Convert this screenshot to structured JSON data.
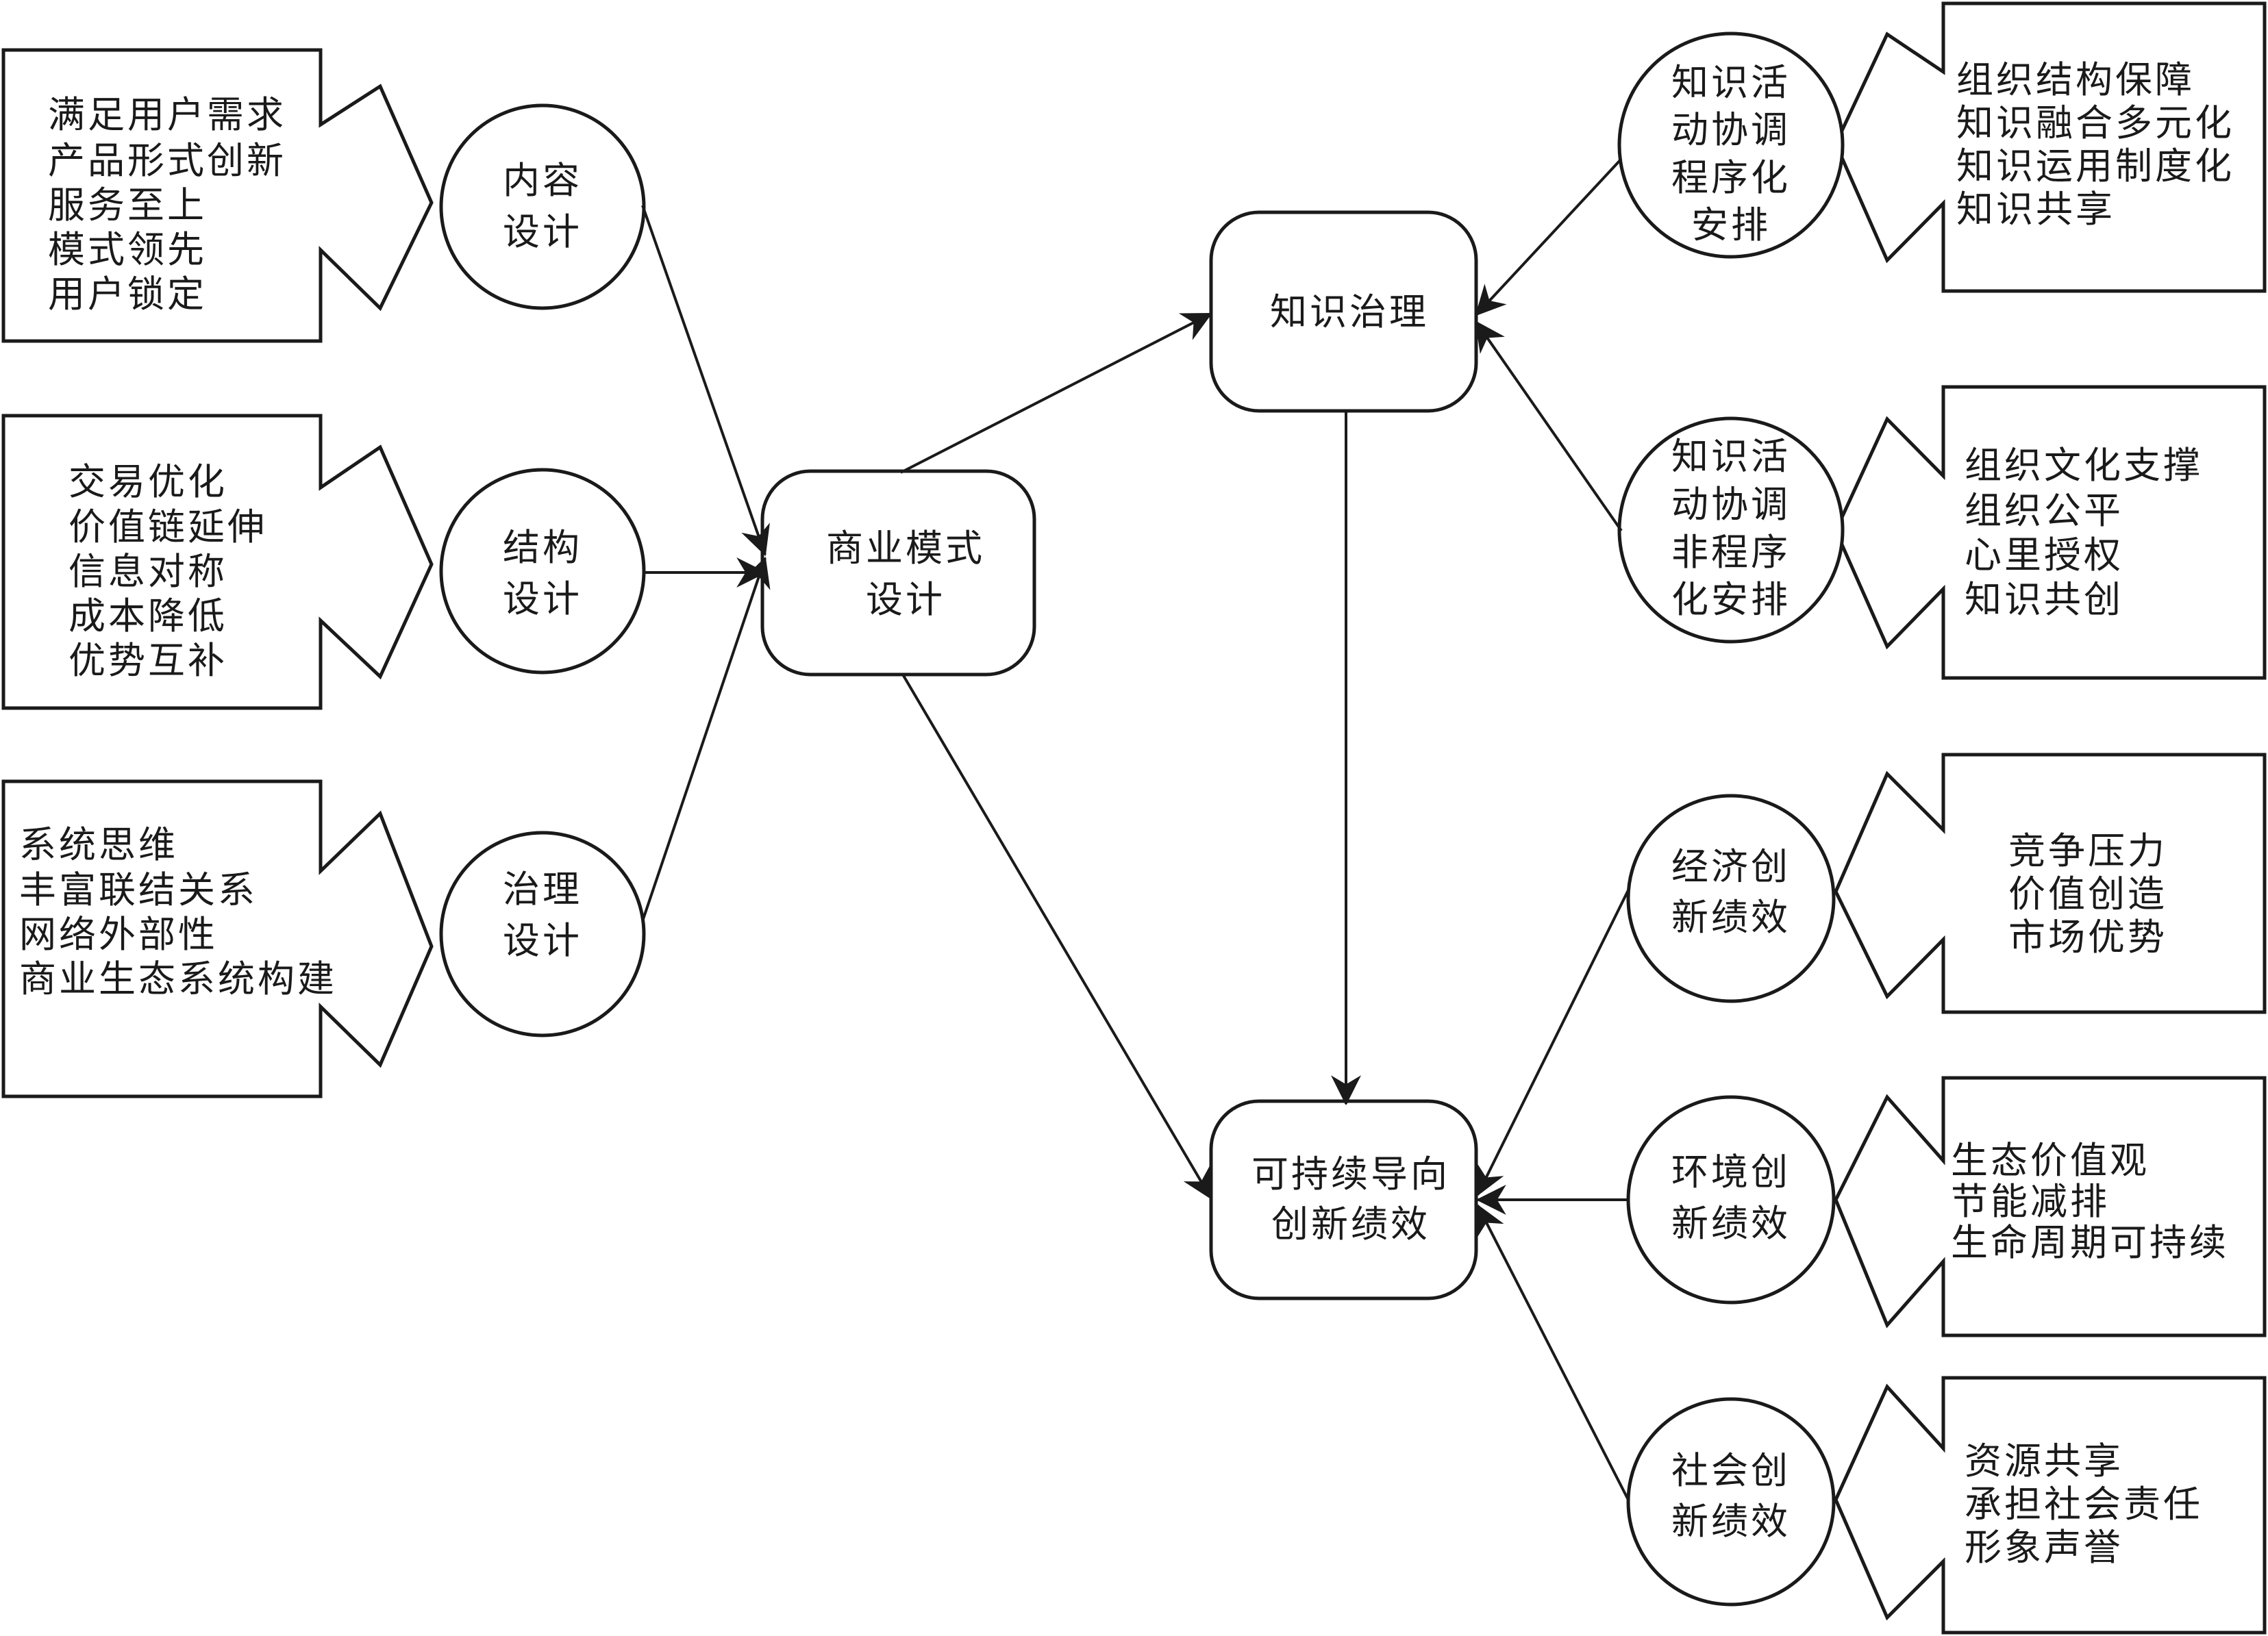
{
  "left_callouts": [
    {
      "lines": [
        "满足用户需求",
        "产品形式创新",
        "服务至上",
        "模式领先",
        "用户锁定"
      ]
    },
    {
      "lines": [
        "交易优化",
        "价值链延伸",
        "信息对称",
        "成本降低",
        "优势互补"
      ]
    },
    {
      "lines": [
        "系统思维",
        "丰富联结关系",
        "网络外部性",
        "商业生态系统构建"
      ]
    }
  ],
  "left_circles": [
    {
      "lines": [
        "内容",
        "设计"
      ]
    },
    {
      "lines": [
        "结构",
        "设计"
      ]
    },
    {
      "lines": [
        "治理",
        "设计"
      ]
    }
  ],
  "center_boxes": {
    "business_model": [
      "商业模式",
      "设计"
    ],
    "knowledge_governance": [
      "知识治理"
    ],
    "sustainable_performance": [
      "可持续导向",
      "创新绩效"
    ]
  },
  "right_circles": [
    {
      "lines": [
        "知识活",
        "动协调",
        "程序化",
        "安排"
      ]
    },
    {
      "lines": [
        "知识活",
        "动协调",
        "非程序",
        "化安排"
      ]
    },
    {
      "lines": [
        "经济创",
        "新绩效"
      ]
    },
    {
      "lines": [
        "环境创",
        "新绩效"
      ]
    },
    {
      "lines": [
        "社会创",
        "新绩效"
      ]
    }
  ],
  "right_callouts": [
    {
      "lines": [
        "组织结构保障",
        "知识融合多元化",
        "知识运用制度化",
        "知识共享"
      ]
    },
    {
      "lines": [
        "组织文化支撑",
        "组织公平",
        "心里授权",
        "知识共创"
      ]
    },
    {
      "lines": [
        "竞争压力",
        "价值创造",
        "市场优势"
      ]
    },
    {
      "lines": [
        "生态价值观",
        "节能减排",
        "生命周期可持续"
      ]
    },
    {
      "lines": [
        "资源共享",
        "承担社会责任",
        "形象声誉"
      ]
    }
  ]
}
